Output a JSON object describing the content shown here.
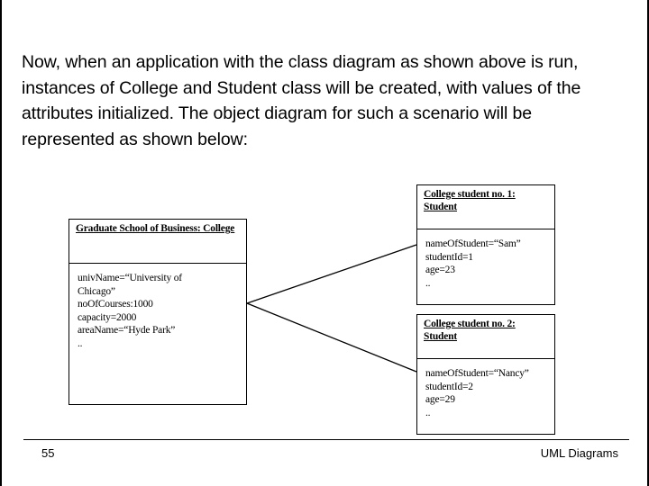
{
  "slide": {
    "body_text": "Now, when an application with the class diagram as shown above is run, instances of College and Student class will be created, with values of the attributes initialized. The object diagram for such a scenario will be represented as shown below:",
    "footer": {
      "page_number": "55",
      "title": "UML Diagrams"
    }
  },
  "diagram": {
    "type": "uml-object-diagram",
    "line_color": "#000000",
    "box_fill": "#ffffff",
    "objects": [
      {
        "id": "college",
        "header_line1": "Graduate School of Business: College",
        "header_line2": "",
        "attributes": [
          "univName=“University of",
          "Chicago”",
          "noOfCourses:1000",
          "capacity=2000",
          "areaName=“Hyde Park”",
          ".."
        ]
      },
      {
        "id": "student1",
        "header_line1": "College student  no. 1:",
        "header_line2": "Student",
        "attributes": [
          "nameOfStudent=“Sam”",
          "studentId=1",
          "age=23",
          ".."
        ]
      },
      {
        "id": "student2",
        "header_line1": "College student  no. 2:",
        "header_line2": "Student",
        "attributes": [
          "nameOfStudent=“Nancy”",
          "studentId=2",
          "age=29",
          ".."
        ]
      }
    ],
    "links": [
      {
        "from": "college",
        "to": "student1"
      },
      {
        "from": "college",
        "to": "student2"
      }
    ]
  }
}
